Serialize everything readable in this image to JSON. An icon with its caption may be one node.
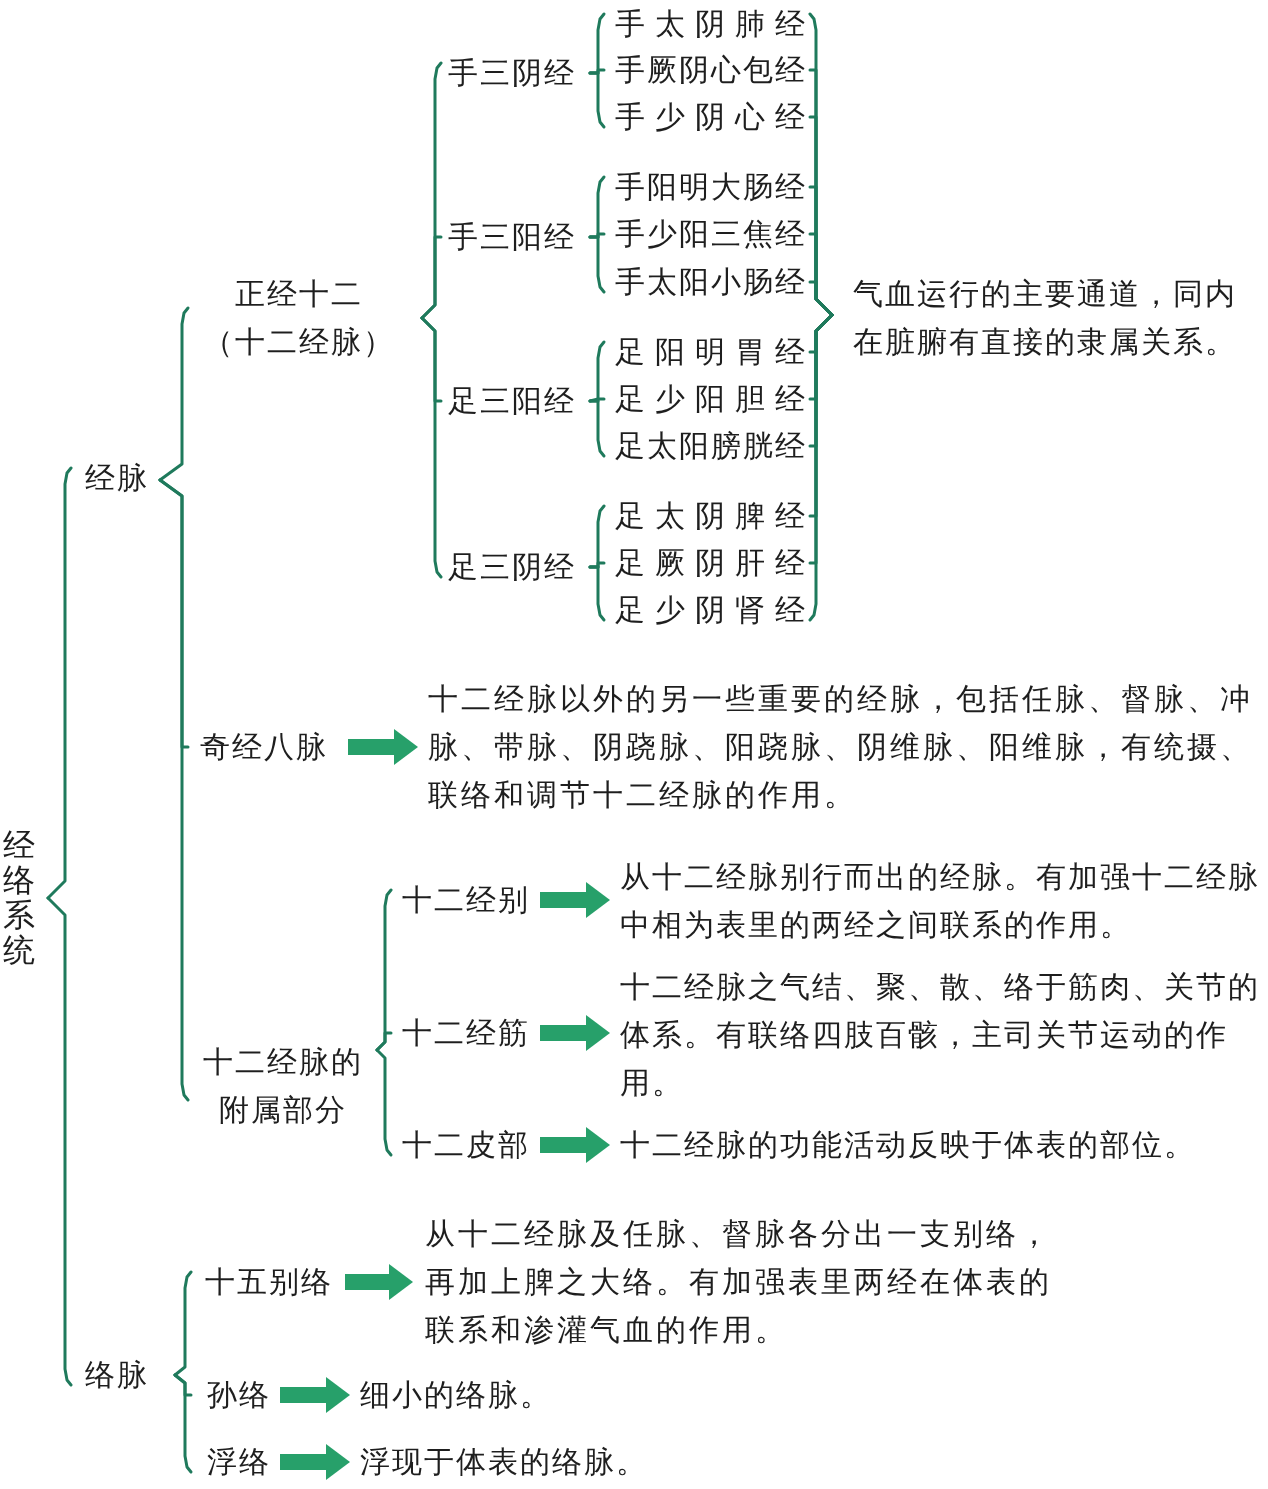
{
  "diagram": {
    "nodes": [
      {
        "text": [
          "经络系统"
        ]
      },
      {
        "text": [
          "经脉"
        ]
      },
      {
        "text": [
          "正经十二",
          "（十二经脉）"
        ]
      },
      {
        "text": [
          "手三阴经"
        ]
      },
      {
        "text": [
          "手太阴肺经"
        ]
      },
      {
        "text": [
          "手厥阴心包经"
        ]
      },
      {
        "text": [
          "手少阴心经"
        ]
      },
      {
        "text": [
          "手三阳经"
        ]
      },
      {
        "text": [
          "手阳明大肠经"
        ]
      },
      {
        "text": [
          "手少阳三焦经"
        ]
      },
      {
        "text": [
          "手太阳小肠经"
        ]
      },
      {
        "text": [
          "足三阳经"
        ]
      },
      {
        "text": [
          "足阳明胃经"
        ]
      },
      {
        "text": [
          "足少阳胆经"
        ]
      },
      {
        "text": [
          "足太阳膀胱经"
        ]
      },
      {
        "text": [
          "足三阴经"
        ]
      },
      {
        "text": [
          "足太阴脾经"
        ]
      },
      {
        "text": [
          "足厥阴肝经"
        ]
      },
      {
        "text": [
          "足少阴肾经"
        ]
      },
      {
        "text": [
          "气血运行的主要通道，同内在脏腑有直接的隶属关系。"
        ]
      },
      {
        "text": [
          "奇经八脉"
        ]
      },
      {
        "text": [
          "十二经脉以外的另一些重要的经脉，包括任脉、督脉、冲脉、带脉、阴跷脉、阳跷脉、阴维脉、阳维脉，有统摄、联络和调节十二经脉的作用。"
        ]
      },
      {
        "text": [
          "十二经脉的附属部分"
        ]
      },
      {
        "text": [
          "十二经别"
        ]
      },
      {
        "text": [
          "从十二经脉别行而出的经脉。有加强十二经脉中相为表里的两经之间联系的作用。"
        ]
      },
      {
        "text": [
          "十二经筋"
        ]
      },
      {
        "text": [
          "十二经脉之气结、聚、散、络于筋肉、关节的体系。有联络四肢百骸，主司关节运动的作用。"
        ]
      },
      {
        "text": [
          "十二皮部"
        ]
      },
      {
        "text": [
          "十二经脉的功能活动反映于体表的部位。"
        ]
      },
      {
        "text": [
          "络脉"
        ]
      },
      {
        "text": [
          "十五别络"
        ]
      },
      {
        "text": [
          "从十二经脉及任脉、督脉各分出一支别络，再加上脾之大络。有加强表里两经在体表的联系和渗灌气血的作用。"
        ]
      },
      {
        "text": [
          "孙络"
        ]
      },
      {
        "text": [
          "细小的络脉。"
        ]
      },
      {
        "text": [
          "浮络"
        ]
      },
      {
        "text": [
          "浮现于体表的络脉。"
        ]
      }
    ],
    "edges": [
      {
        "from": 0,
        "to": 1,
        "arrow": "none"
      },
      {
        "from": 0,
        "to": 29,
        "arrow": "none"
      },
      {
        "from": 1,
        "to": 2,
        "arrow": "none"
      },
      {
        "from": 1,
        "to": 20,
        "arrow": "none"
      },
      {
        "from": 1,
        "to": 22,
        "arrow": "none"
      },
      {
        "from": 2,
        "to": 3,
        "arrow": "none"
      },
      {
        "from": 2,
        "to": 7,
        "arrow": "none"
      },
      {
        "from": 2,
        "to": 11,
        "arrow": "none"
      },
      {
        "from": 2,
        "to": 15,
        "arrow": "none"
      },
      {
        "from": 3,
        "to": 4,
        "arrow": "none"
      },
      {
        "from": 3,
        "to": 5,
        "arrow": "none"
      },
      {
        "from": 3,
        "to": 6,
        "arrow": "none"
      },
      {
        "from": 7,
        "to": 8,
        "arrow": "none"
      },
      {
        "from": 7,
        "to": 9,
        "arrow": "none"
      },
      {
        "from": 7,
        "to": 10,
        "arrow": "none"
      },
      {
        "from": 11,
        "to": 12,
        "arrow": "none"
      },
      {
        "from": 11,
        "to": 13,
        "arrow": "none"
      },
      {
        "from": 11,
        "to": 14,
        "arrow": "none"
      },
      {
        "from": 15,
        "to": 16,
        "arrow": "none"
      },
      {
        "from": 15,
        "to": 17,
        "arrow": "none"
      },
      {
        "from": 15,
        "to": 18,
        "arrow": "none"
      },
      {
        "from": 4,
        "to": 19,
        "arrow": "none"
      },
      {
        "from": 5,
        "to": 19,
        "arrow": "none"
      },
      {
        "from": 6,
        "to": 19,
        "arrow": "none"
      },
      {
        "from": 8,
        "to": 19,
        "arrow": "none"
      },
      {
        "from": 9,
        "to": 19,
        "arrow": "none"
      },
      {
        "from": 10,
        "to": 19,
        "arrow": "none"
      },
      {
        "from": 12,
        "to": 19,
        "arrow": "none"
      },
      {
        "from": 13,
        "to": 19,
        "arrow": "none"
      },
      {
        "from": 14,
        "to": 19,
        "arrow": "none"
      },
      {
        "from": 16,
        "to": 19,
        "arrow": "none"
      },
      {
        "from": 17,
        "to": 19,
        "arrow": "none"
      },
      {
        "from": 18,
        "to": 19,
        "arrow": "none"
      },
      {
        "from": 20,
        "to": 21,
        "arrow": "to",
        "style": "thick",
        "color": "#27a06a"
      },
      {
        "from": 22,
        "to": 23,
        "arrow": "none"
      },
      {
        "from": 22,
        "to": 25,
        "arrow": "none"
      },
      {
        "from": 22,
        "to": 27,
        "arrow": "none"
      },
      {
        "from": 23,
        "to": 24,
        "arrow": "to",
        "style": "thick",
        "color": "#27a06a"
      },
      {
        "from": 25,
        "to": 26,
        "arrow": "to",
        "style": "thick",
        "color": "#27a06a"
      },
      {
        "from": 27,
        "to": 28,
        "arrow": "to",
        "style": "thick",
        "color": "#27a06a"
      },
      {
        "from": 29,
        "to": 30,
        "arrow": "none"
      },
      {
        "from": 29,
        "to": 32,
        "arrow": "none"
      },
      {
        "from": 29,
        "to": 34,
        "arrow": "none"
      },
      {
        "from": 30,
        "to": 31,
        "arrow": "to",
        "style": "thick",
        "color": "#27a06a"
      },
      {
        "from": 32,
        "to": 33,
        "arrow": "to",
        "style": "thick",
        "color": "#27a06a"
      },
      {
        "from": 34,
        "to": 35,
        "arrow": "to",
        "style": "thick",
        "color": "#27a06a"
      }
    ]
  }
}
